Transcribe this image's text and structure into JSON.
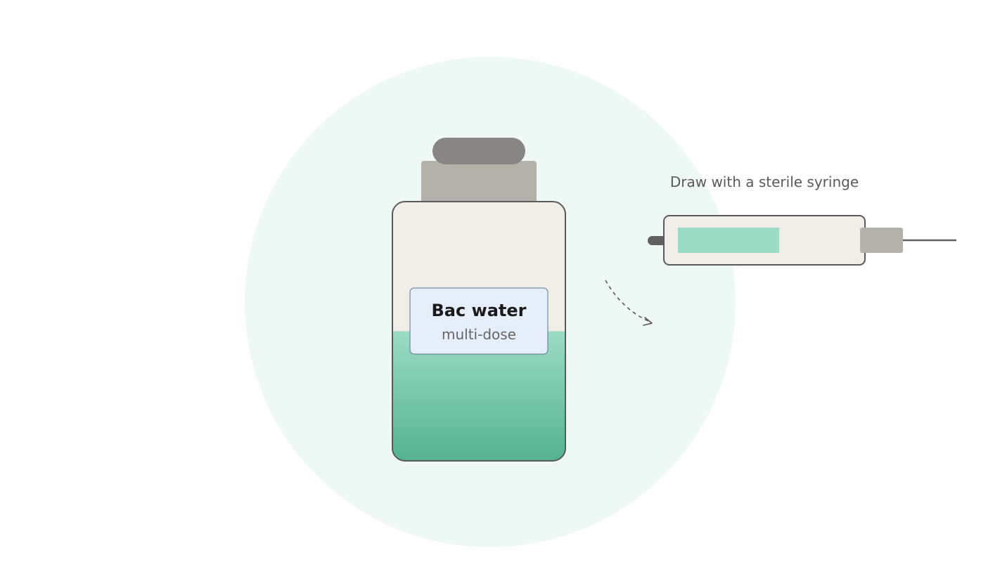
{
  "vial": {
    "label_title": "Bac water",
    "label_subtitle": "multi-dose",
    "fill_level": 0.5
  },
  "syringe": {
    "caption": "Draw with a sterile syringe",
    "fill_level": 0.55
  },
  "colors": {
    "backdrop": "#eef8f4",
    "liquid_top": "#9bdcc4",
    "liquid_bottom": "#54b391",
    "vial_body": "#f1eee8",
    "vial_outline": "#5a5a5a",
    "cap_top": "#878682",
    "cap_collar": "#b4b1aa",
    "label_bg": "#e6eff9",
    "label_border": "#5b7896",
    "syringe_body": "#f1eee8",
    "syringe_fill": "#9bdcc4",
    "hub": "#b4b1aa",
    "needle": "#606060",
    "plunger": "#606060",
    "arrow": "#555555"
  },
  "icons": {
    "vial": "vial-icon",
    "syringe": "syringe-icon",
    "arrow": "dashed-curved-arrow-icon"
  }
}
